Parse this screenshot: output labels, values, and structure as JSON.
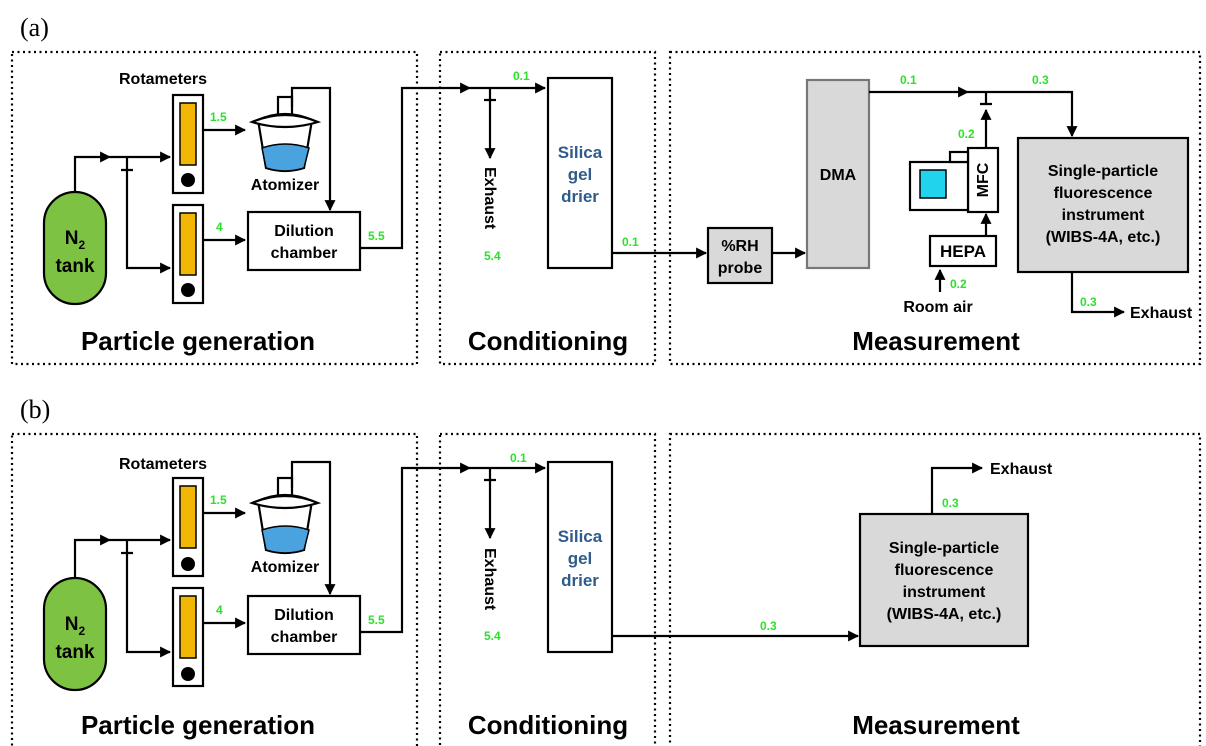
{
  "panels": [
    {
      "label": "(a)",
      "sections": [
        "Particle generation",
        "Conditioning",
        "Measurement"
      ],
      "rotameters": "Rotameters",
      "atomizer": "Atomizer",
      "tank": {
        "line1": "N",
        "sub": "2",
        "line2": "tank"
      },
      "dilution": [
        "Dilution",
        "chamber"
      ],
      "exhaust_cond": "Exhaust",
      "drier": [
        "Silica",
        "gel",
        "drier"
      ],
      "rh_probe": [
        "%RH",
        "probe"
      ],
      "dma": "DMA",
      "mfc": "MFC",
      "hepa": "HEPA",
      "room_air": "Room air",
      "instrument": [
        "Single-particle",
        "fluorescence",
        "instrument",
        "(WIBS-4A, etc.)"
      ],
      "exhaust_meas": "Exhaust",
      "flows": {
        "rot1": "1.5",
        "rot2": "4",
        "dil_out": "5.5",
        "exhaust": "5.4",
        "drier_in": "0.1",
        "drier_out": "0.1",
        "dma_out": "0.1",
        "mfc_up": "0.2",
        "hepa": "0.2",
        "to_inst": "0.3",
        "inst_exhaust": "0.3"
      }
    },
    {
      "label": "(b)",
      "sections": [
        "Particle generation",
        "Conditioning",
        "Measurement"
      ],
      "rotameters": "Rotameters",
      "atomizer": "Atomizer",
      "tank": {
        "line1": "N",
        "sub": "2",
        "line2": "tank"
      },
      "dilution": [
        "Dilution",
        "chamber"
      ],
      "exhaust_cond": "Exhaust",
      "drier": [
        "Silica",
        "gel",
        "drier"
      ],
      "instrument": [
        "Single-particle",
        "fluorescence",
        "instrument",
        "(WIBS-4A, etc.)"
      ],
      "exhaust_meas": "Exhaust",
      "flows": {
        "rot1": "1.5",
        "rot2": "4",
        "dil_out": "5.5",
        "exhaust": "5.4",
        "drier_in": "0.1",
        "to_inst": "0.3",
        "inst_exhaust": "0.3"
      }
    }
  ],
  "colors": {
    "tank": "#7dc243",
    "flow_text": "#2de02d",
    "drier_text": "#2f5c8a",
    "water": "#4aa3df",
    "rotameter": "#f2b705",
    "monitor": "#22d3ee"
  }
}
